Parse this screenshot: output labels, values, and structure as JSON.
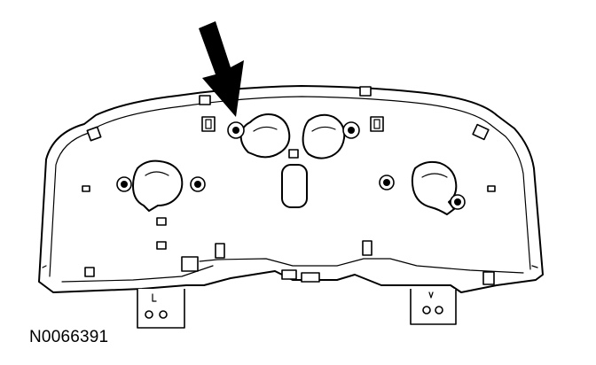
{
  "figure": {
    "code": "N0066391",
    "ink_color": "#000000",
    "background_color": "#ffffff",
    "icons": [
      "pointer-arrow",
      "gauge-socket",
      "bulb-socket",
      "mounting-bracket"
    ]
  }
}
